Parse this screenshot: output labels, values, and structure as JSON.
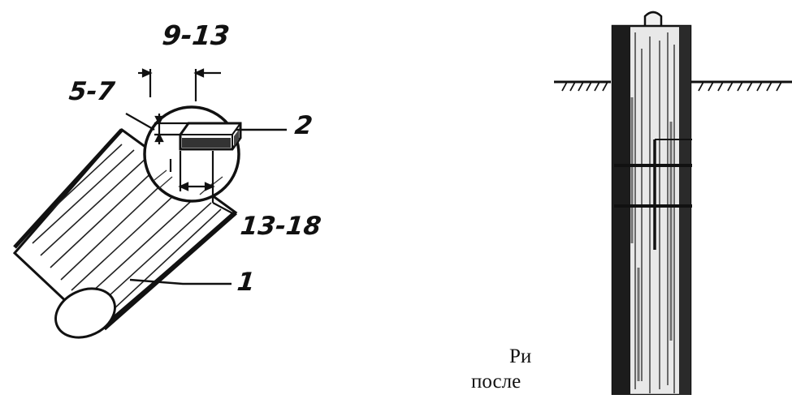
{
  "figure_left": {
    "dimensions": {
      "top_width": "9-13",
      "depth": "5-7",
      "length": "13-18"
    },
    "callouts": {
      "log": "1",
      "cut": "2"
    }
  },
  "caption_fragments": {
    "line1": "Ри",
    "line2": "после"
  },
  "colors": {
    "ink": "#111111",
    "background": "#ffffff",
    "pole_dark": "#1c1c1c",
    "pole_light": "#e8e8e8"
  }
}
